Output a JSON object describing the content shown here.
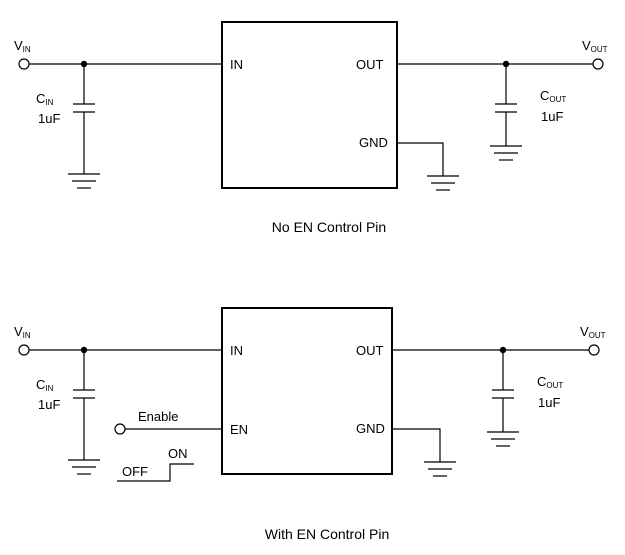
{
  "diagram_top": {
    "vin_main": "V",
    "vin_sub": "IN",
    "vout_main": "V",
    "vout_sub": "OUT",
    "cin_main": "C",
    "cin_sub": "IN",
    "cin_value": "1uF",
    "cout_main": "C",
    "cout_sub": "OUT",
    "cout_value": "1uF",
    "pin_in": "IN",
    "pin_out": "OUT",
    "pin_gnd": "GND",
    "caption": "No EN Control Pin"
  },
  "diagram_bottom": {
    "vin_main": "V",
    "vin_sub": "IN",
    "vout_main": "V",
    "vout_sub": "OUT",
    "cin_main": "C",
    "cin_sub": "IN",
    "cin_value": "1uF",
    "cout_main": "C",
    "cout_sub": "OUT",
    "cout_value": "1uF",
    "pin_in": "IN",
    "pin_out": "OUT",
    "pin_gnd": "GND",
    "pin_en": "EN",
    "enable_label": "Enable",
    "off_label": "OFF",
    "on_label": "ON",
    "caption": "With EN Control Pin"
  }
}
